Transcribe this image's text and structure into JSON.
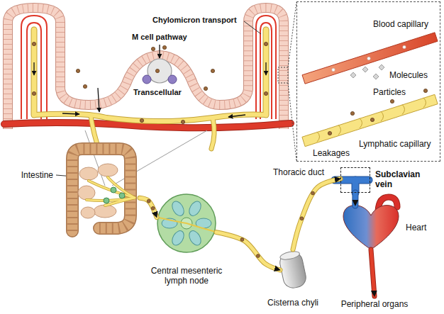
{
  "diagram": {
    "nodes": [
      {
        "text": [
          "Blood capillary",
          "Molecules",
          "Particles",
          "Leakages",
          "Lymphatic capillary"
        ]
      },
      {
        "text": [
          "Intestine"
        ]
      },
      {
        "text": [
          "Central mesenteric lymph node"
        ]
      },
      {
        "text": [
          "Cisterna chyli"
        ]
      },
      {
        "text": [
          "Subclavian vein"
        ]
      },
      {
        "text": [
          "Heart"
        ]
      },
      {
        "text": [
          "Peripheral organs"
        ]
      }
    ],
    "edges": [
      {
        "from": 1,
        "to": 2,
        "arrow": "to"
      },
      {
        "from": 2,
        "to": 3,
        "arrow": "to"
      },
      {
        "from": 3,
        "to": 4,
        "label": "Thoracic duct",
        "arrow": "to"
      },
      {
        "from": 4,
        "to": 5,
        "arrow": "to"
      },
      {
        "from": 5,
        "to": 6,
        "arrow": "to"
      }
    ],
    "labels": [
      "Chylomicron transport",
      "M cell pathway",
      "Transcellular"
    ]
  }
}
